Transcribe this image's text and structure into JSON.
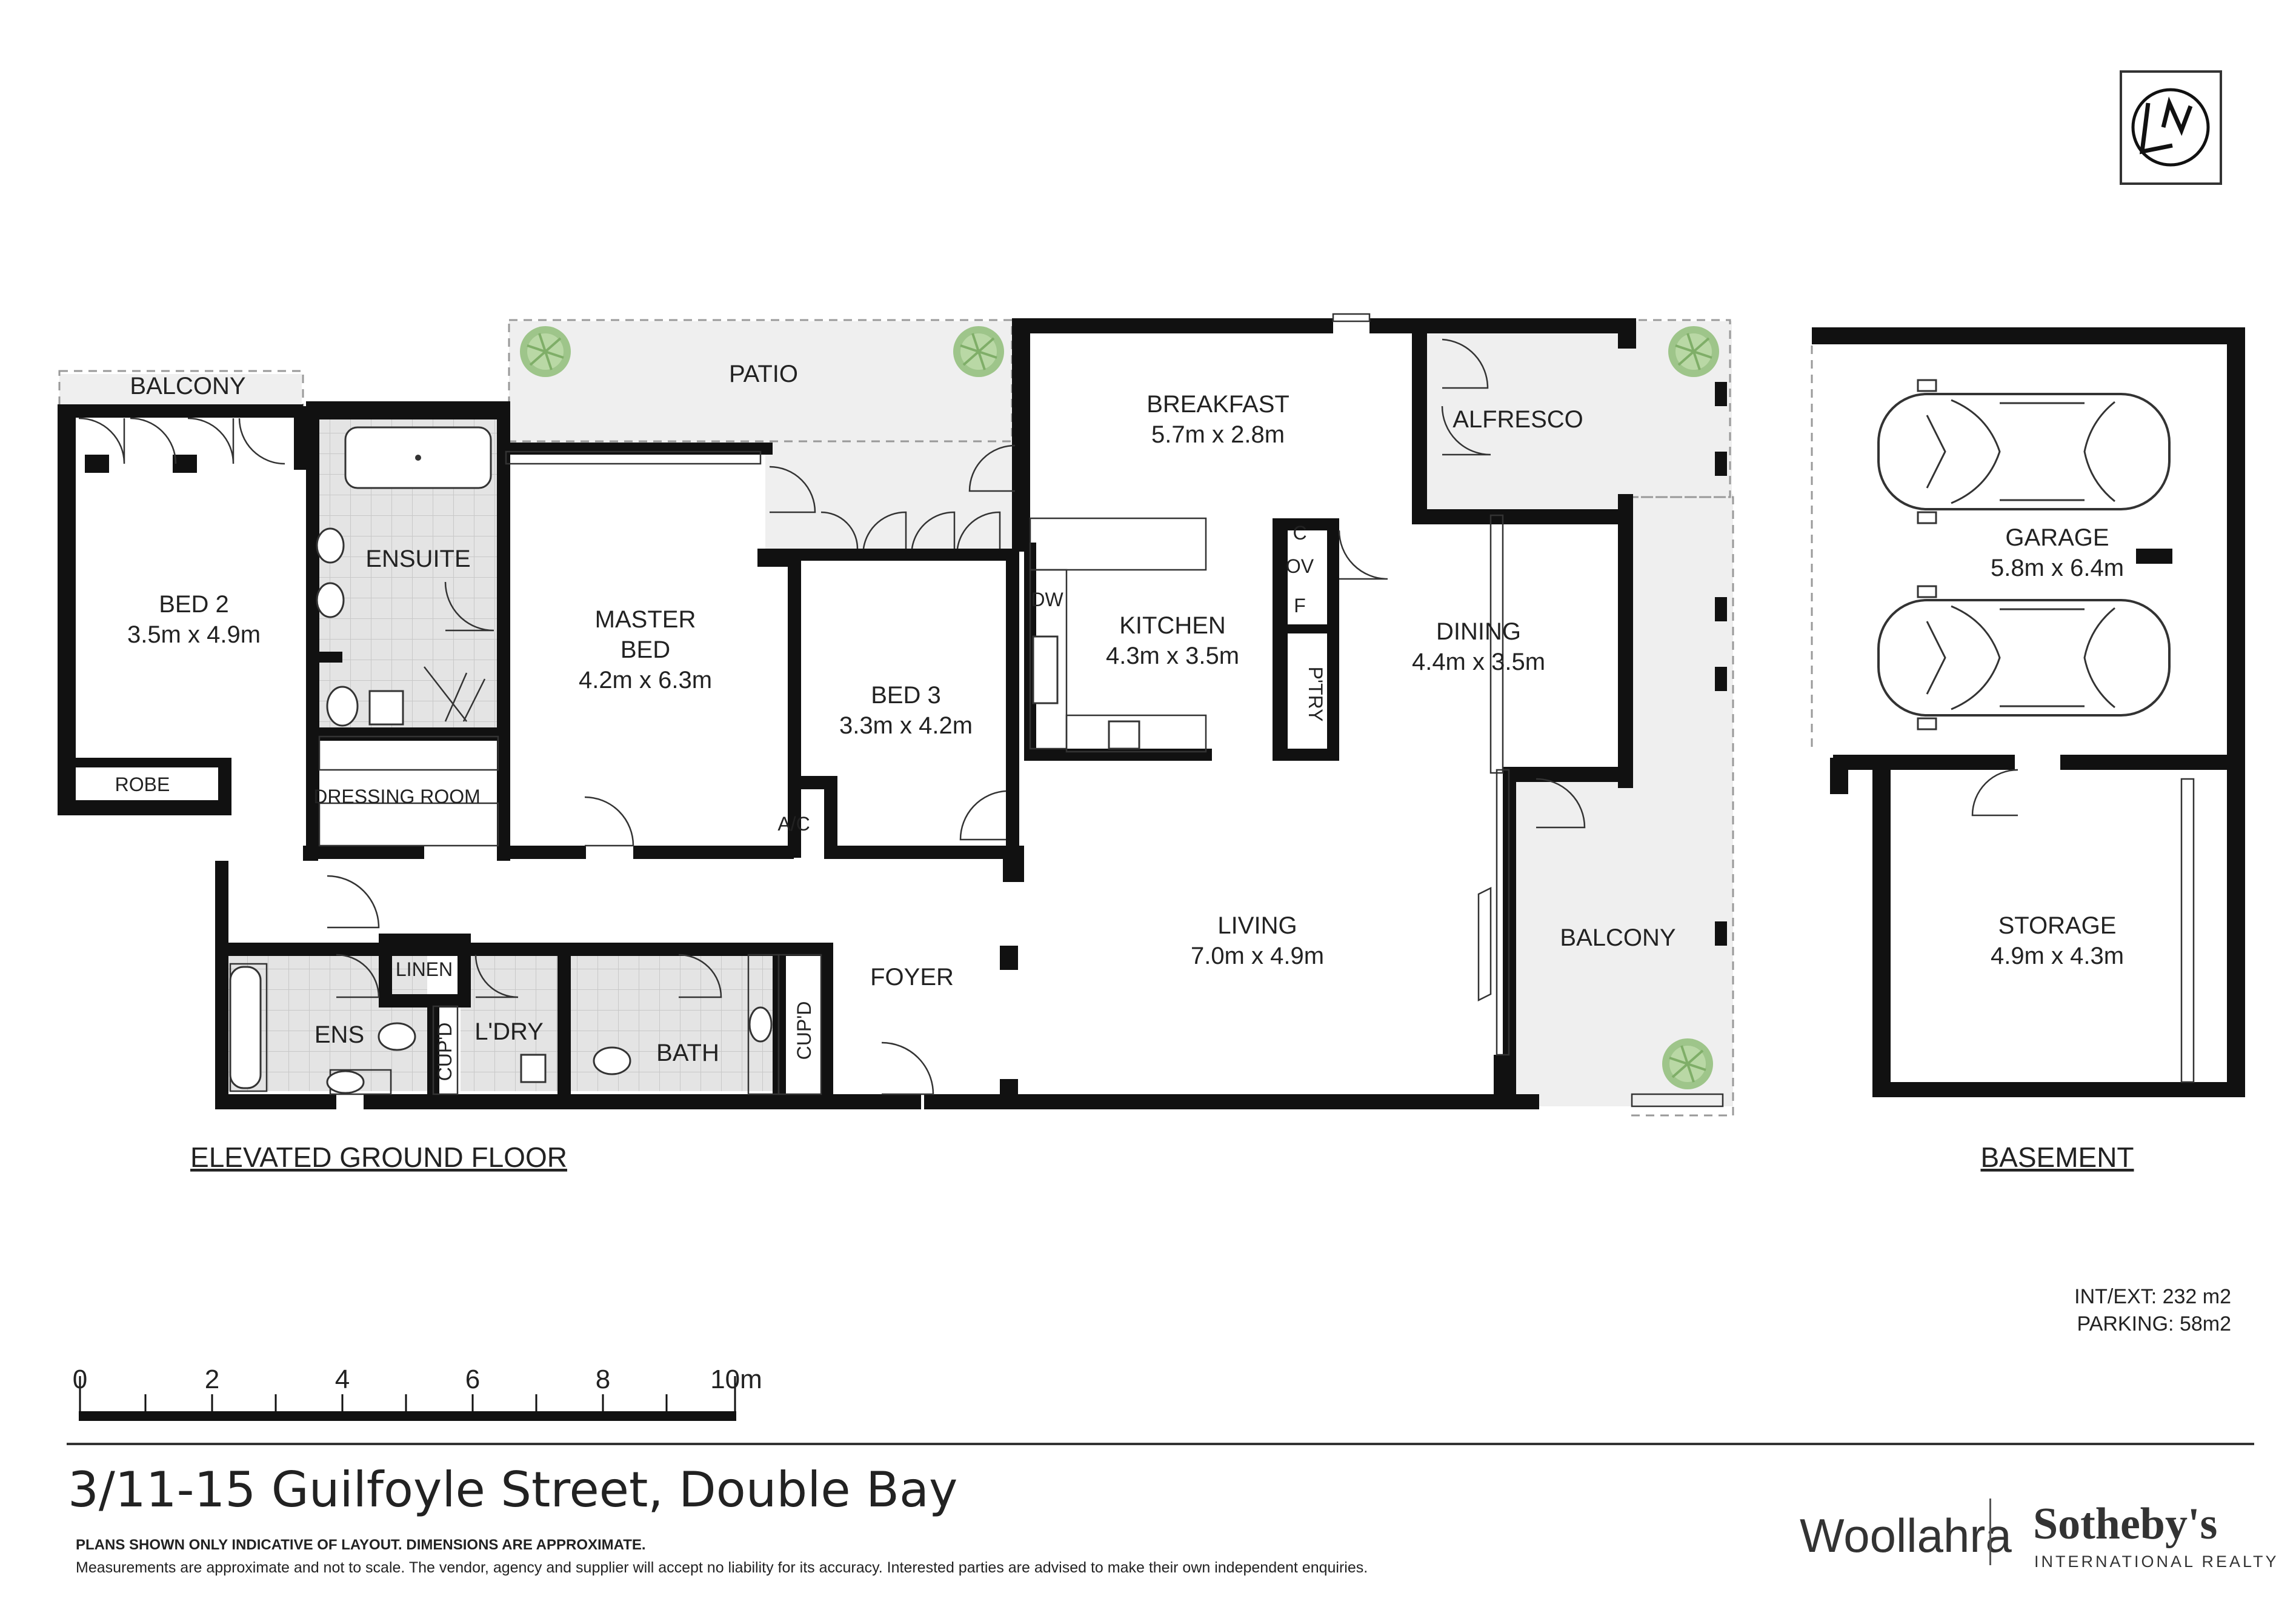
{
  "plan": {
    "floors": [
      {
        "label": "ELEVATED GROUND FLOOR"
      },
      {
        "label": "BASEMENT"
      }
    ],
    "rooms": {
      "balcony_top": {
        "name": "BALCONY"
      },
      "patio": {
        "name": "PATIO"
      },
      "breakfast": {
        "name": "BREAKFAST",
        "size": "5.7m x 2.8m"
      },
      "alfresco": {
        "name": "ALFRESCO"
      },
      "ensuite": {
        "name": "ENSUITE"
      },
      "bed2": {
        "name": "BED 2",
        "size": "3.5m x 4.9m"
      },
      "master": {
        "name": "MASTER",
        "name2": "BED",
        "size": "4.2m x 6.3m"
      },
      "kitchen": {
        "name": "KITCHEN",
        "size": "4.3m x 3.5m"
      },
      "dining": {
        "name": "DINING",
        "size": "4.4m x 3.5m"
      },
      "bed3": {
        "name": "BED 3",
        "size": "3.3m x 4.2m"
      },
      "robe": {
        "name": "ROBE"
      },
      "dressing": {
        "name": "DRESSING ROOM"
      },
      "ac": {
        "name": "A/C"
      },
      "living": {
        "name": "LIVING",
        "size": "7.0m x 4.9m"
      },
      "balcony_right": {
        "name": "BALCONY"
      },
      "foyer": {
        "name": "FOYER"
      },
      "linen": {
        "name": "LINEN"
      },
      "ens": {
        "name": "ENS"
      },
      "laundry": {
        "name": "L'DRY"
      },
      "bath": {
        "name": "BATH"
      },
      "cupd1": {
        "name": "CUP'D"
      },
      "cupd2": {
        "name": "CUP'D"
      },
      "garage": {
        "name": "GARAGE",
        "size": "5.8m x 6.4m"
      },
      "storage": {
        "name": "STORAGE",
        "size": "4.9m x 4.3m"
      }
    },
    "fixtures": {
      "dw": "DW",
      "c": "C",
      "ov": "OV",
      "f": "F",
      "pantry": "P'TRY"
    },
    "scale": {
      "ticks": [
        "0",
        "2",
        "4",
        "6",
        "8",
        "10m"
      ]
    },
    "areas": {
      "int_ext": "INT/EXT: 232 m2",
      "parking": "PARKING: 58m2"
    }
  },
  "footer": {
    "address": "3/11-15 Guilfoyle Street, Double Bay",
    "disclaimer1": "PLANS SHOWN ONLY INDICATIVE OF LAYOUT. DIMENSIONS ARE APPROXIMATE.",
    "disclaimer2": "Measurements are approximate and not to scale. The vendor, agency and supplier will accept no liability for its accuracy. Interested parties are advised to make their own independent enquiries.",
    "agency_office": "Woollahra",
    "agency_brand": "Sotheby's",
    "agency_sub": "INTERNATIONAL REALTY"
  },
  "icons": {
    "north": "north-arrow-icon",
    "car": "car-icon",
    "plant": "plant-icon"
  }
}
